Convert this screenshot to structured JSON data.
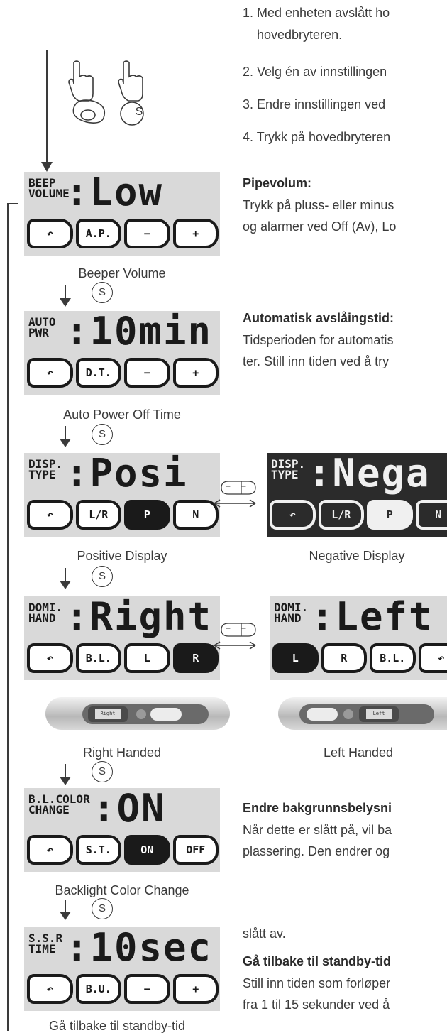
{
  "instructions": {
    "step1_line1": "1.  Med enheten avslått ho",
    "step1_line2": "hovedbryteren.",
    "step2": "2.  Velg én av innstillingen",
    "step3": "3.  Endre innstillingen ved",
    "step4": "4.  Trykk på hovedbryteren"
  },
  "top_buttons": {
    "s_label": "S"
  },
  "screens": {
    "beep": {
      "label": "BEEP\nVOLUME",
      "value": ":Low",
      "icons": [
        "↶",
        "A.P.",
        "−",
        "+"
      ],
      "caption": "Beeper Volume"
    },
    "auto": {
      "label": "AUTO\nPWR",
      "value": ":10min",
      "icons": [
        "↶",
        "D.T.",
        "−",
        "+"
      ],
      "caption": "Auto Power Off Time"
    },
    "posi": {
      "label": "DISP.\nTYPE",
      "value": ":Posi",
      "icons": [
        "↶",
        "L/R",
        "P",
        "N"
      ],
      "caption": "Positive Display"
    },
    "nega": {
      "label": "DISP.\nTYPE",
      "value": ":Nega",
      "icons": [
        "↶",
        "L/R",
        "P",
        "N"
      ],
      "caption": "Negative Display"
    },
    "right": {
      "label": "DOMI.\nHAND",
      "value": ":Right",
      "icons": [
        "↶",
        "B.L.",
        "L",
        "R"
      ],
      "caption": "Right Handed"
    },
    "left": {
      "label": "DOMI.\nHAND",
      "value": ":Left",
      "icons": [
        "L",
        "R",
        "B.L.",
        "↶"
      ],
      "caption": "Left Handed"
    },
    "bl": {
      "label": "B.L.COLOR\nCHANGE",
      "value": ":ON",
      "icons": [
        "↶",
        "S.T.",
        "ON",
        "OFF"
      ],
      "caption": "Backlight Color Change"
    },
    "ssr": {
      "label": "S.S.R\nTIME",
      "value": ":10sec",
      "icons": [
        "↶",
        "B.U.",
        "−",
        "+"
      ],
      "caption": "Gå tilbake til standby-tid"
    }
  },
  "device_right_screen": "Right",
  "device_left_screen": "Left",
  "sections": {
    "pipevolum": {
      "heading": "Pipevolum:",
      "line1": "Trykk på pluss- eller minus",
      "line2": "og alarmer ved Off (Av), Lo"
    },
    "auto": {
      "heading": "Automatisk avslåingstid:",
      "line1": "Tidsperioden for automatis",
      "line2": "ter.  Still inn tiden ved å try"
    },
    "backlight": {
      "heading": "Endre bakgrunnsbelysni",
      "line1": "Når dette er slått på, vil ba",
      "line2": "plassering.  Den endrer og"
    },
    "standby": {
      "pre": "slått av.",
      "heading": "Gå tilbake til standby-tid",
      "line1": "Still inn tiden som forløper",
      "line2": "fra 1 til 15 sekunder ved å"
    }
  },
  "pm_button": {
    "plus": "+",
    "minus": "−"
  },
  "colors": {
    "text": "#3a3a3a",
    "lcd_bg": "#d9d9d9",
    "lcd_dark": "#2b2b2b"
  }
}
